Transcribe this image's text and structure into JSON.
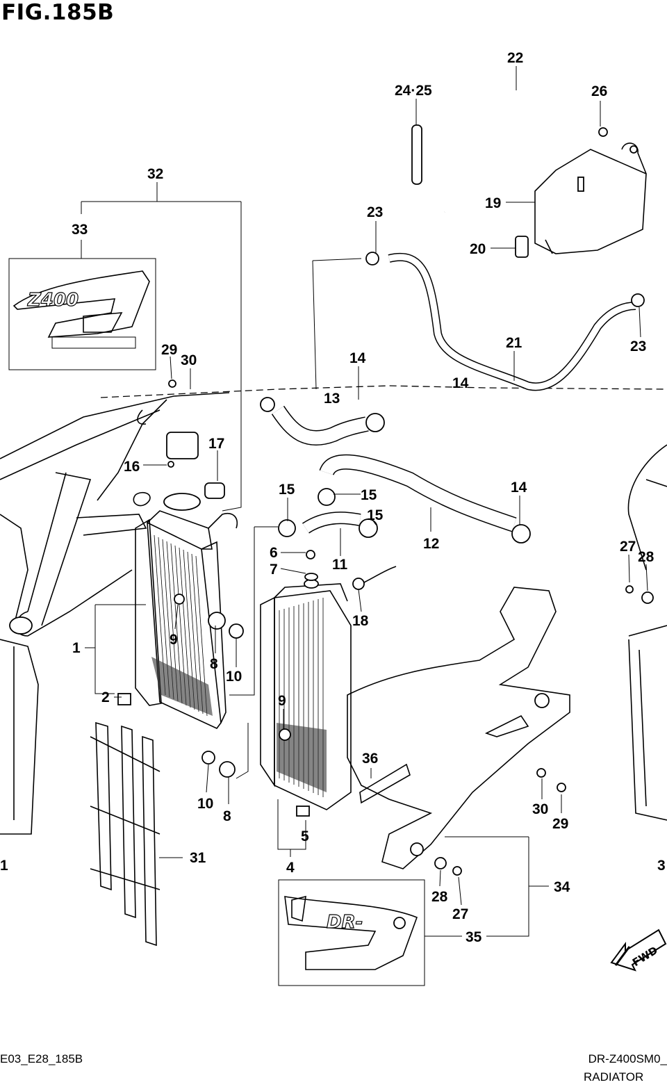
{
  "figure": {
    "title": "FIG.185B",
    "footer_code": "E03_E28_185B",
    "footer_model": "DR-Z400SM0_",
    "footer_part_name": "RADIATOR"
  },
  "direction_badge": "FWD",
  "callouts": {
    "c1a": "1",
    "c1b": "1",
    "c2": "2",
    "c4": "4",
    "c5": "5",
    "c6": "6",
    "c7": "7",
    "c8a": "8",
    "c8b": "8",
    "c9a": "9",
    "c9b": "9",
    "c10a": "10",
    "c10b": "10",
    "c11": "11",
    "c12": "12",
    "c13": "13",
    "c14a": "14",
    "c14b": "14",
    "c14c": "14",
    "c15a": "15",
    "c15b": "15",
    "c15c": "15",
    "c16": "16",
    "c17": "17",
    "c18": "18",
    "c19": "19",
    "c20": "20",
    "c21": "21",
    "c22": "22",
    "c23a": "23",
    "c23b": "23",
    "c2425": "24·25",
    "c26": "26",
    "c27a": "27",
    "c27b": "27",
    "c28a": "28",
    "c28b": "28",
    "c29a": "29",
    "c29b": "29",
    "c30a": "30",
    "c30b": "30",
    "c31": "31",
    "c32": "32",
    "c33": "33",
    "c34": "34",
    "c35": "35",
    "c36": "36",
    "c3edge": "3"
  }
}
